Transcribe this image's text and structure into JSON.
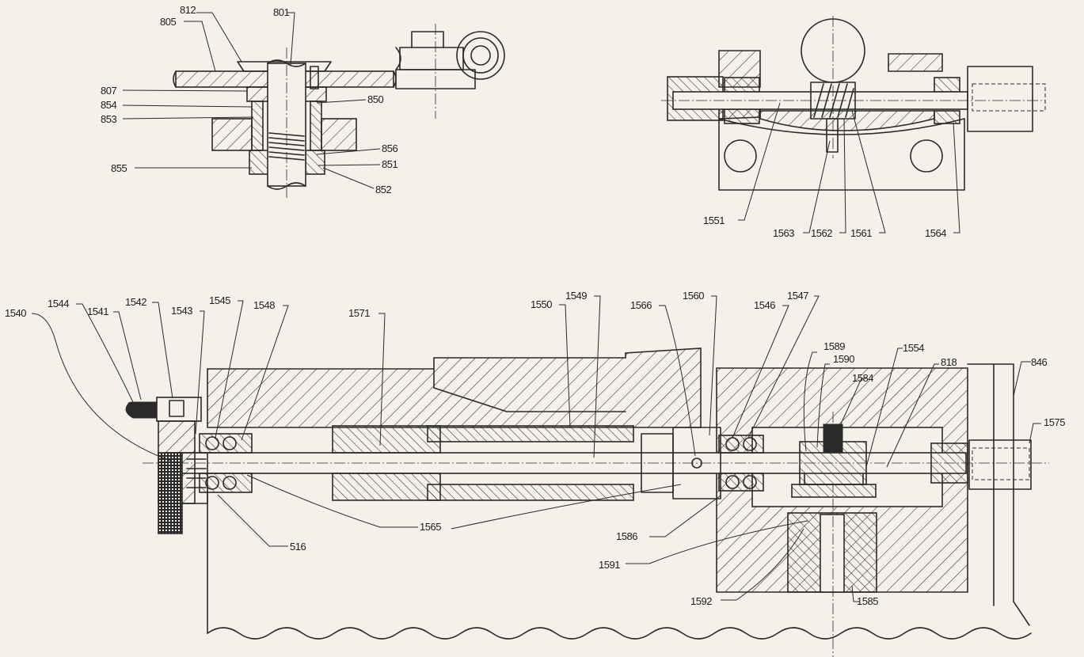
{
  "callouts": {
    "c801": "801",
    "c812": "812",
    "c805": "805",
    "c807": "807",
    "c854": "854",
    "c853": "853",
    "c850": "850",
    "c856": "856",
    "c855": "855",
    "c851": "851",
    "c852": "852",
    "c1551": "1551",
    "c1563": "1563",
    "c1562": "1562",
    "c1561": "1561",
    "c1564": "1564",
    "c1540": "1540",
    "c1544": "1544",
    "c1541": "1541",
    "c1542": "1542",
    "c1543": "1543",
    "c1545": "1545",
    "c1548": "1548",
    "c1571": "1571",
    "c1550": "1550",
    "c1549": "1549",
    "c1566": "1566",
    "c1560": "1560",
    "c1546": "1546",
    "c1547": "1547",
    "c1589": "1589",
    "c1590": "1590",
    "c1584": "1584",
    "c1554": "1554",
    "c818": "818",
    "c846": "846",
    "c1575": "1575",
    "c1565": "1565",
    "c516": "516",
    "c1586": "1586",
    "c1591": "1591",
    "c1592": "1592",
    "c1585": "1585"
  },
  "colors": {
    "ink": "#2a2a2a",
    "paper": "#f5f1ea"
  }
}
